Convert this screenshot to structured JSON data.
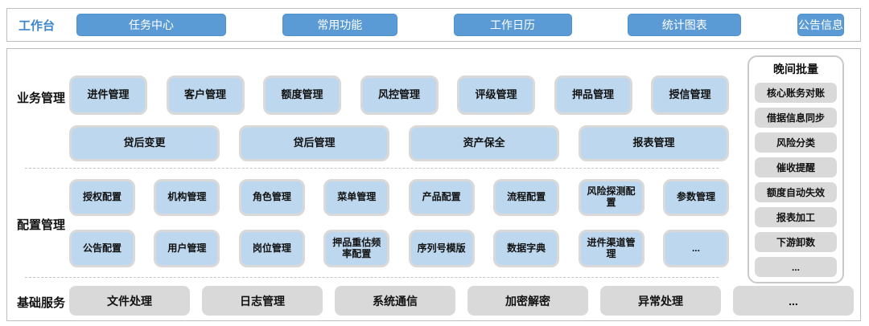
{
  "colors": {
    "top_button_bg": "#5B9BD5",
    "top_button_border": "#4E91CE",
    "workbench_label_color": "#3E86C8",
    "blue_box_bg": "#BDD7EE",
    "box_border": "#D9D9D9",
    "gray_box_bg": "#D9D9D9"
  },
  "top_bar": {
    "label": "工作台",
    "buttons": [
      "任务中心",
      "常用功能",
      "工作日历",
      "统计图表",
      "公告信息"
    ]
  },
  "sections": {
    "business": {
      "label": "业务管理",
      "row1": [
        "进件管理",
        "客户管理",
        "额度管理",
        "风控管理",
        "评级管理",
        "押品管理",
        "授信管理"
      ],
      "row2": [
        "贷后变更",
        "贷后管理",
        "资产保全",
        "报表管理"
      ]
    },
    "config": {
      "label": "配置管理",
      "row1": [
        "授权配置",
        "机构管理",
        "角色管理",
        "菜单管理",
        "产品配置",
        "流程配置",
        "风险探测配置",
        "参数管理"
      ],
      "row2": [
        "公告配置",
        "用户管理",
        "岗位管理",
        "押品重估频率配置",
        "序列号模版",
        "数据字典",
        "进件渠道管理",
        "..."
      ]
    },
    "base": {
      "label": "基础服务",
      "items": [
        "文件处理",
        "日志管理",
        "系统通信",
        "加密解密",
        "异常处理",
        "..."
      ]
    }
  },
  "sidebar": {
    "title": "晚间批量",
    "items": [
      "核心账务对账",
      "借据信息同步",
      "风险分类",
      "催收提醒",
      "额度自动失效",
      "报表加工",
      "下游卸数",
      "..."
    ]
  }
}
